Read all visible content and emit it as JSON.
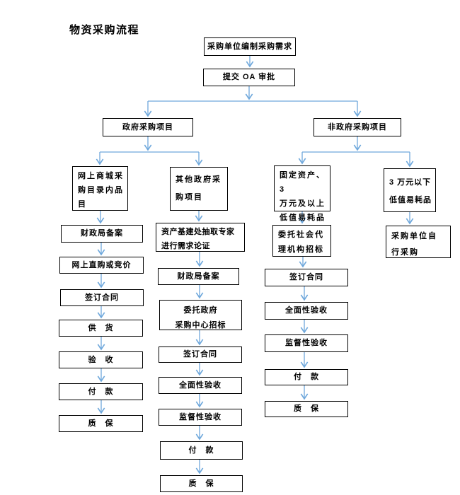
{
  "title": "物资采购流程",
  "colors": {
    "connector": "#6fa8dc",
    "box_border": "#000000",
    "text": "#000000",
    "background": "#ffffff"
  },
  "nodes": {
    "start": "采购单位编制采购需求",
    "oa": "提交 OA 审批",
    "gov": "政府采购项目",
    "nongov": "非政府采购项目",
    "mall": "网上商城采\n购目录内品\n目",
    "other": "其他政府采\n购项目",
    "fixed": "固定资产、3\n万元及以上\n低值易耗品",
    "under30k": "3 万元以下\n低值易耗品",
    "col1": [
      "财政局备案",
      "网上直购或竞价",
      "签订合同",
      "供　货",
      "验　收",
      "付　款",
      "质　保"
    ],
    "col2": [
      "资产基建处抽取专家\n进行需求论证",
      "财政局备案",
      "委托政府\n采购中心招标",
      "签订合同",
      "全面性验收",
      "监督性验收",
      "付　款",
      "质　保"
    ],
    "col3": [
      "委托社会代\n理机构招标",
      "签订合同",
      "全面性验收",
      "监督性验收",
      "付　款",
      "质　保"
    ],
    "col4": [
      "采购单位自\n行采购"
    ]
  }
}
